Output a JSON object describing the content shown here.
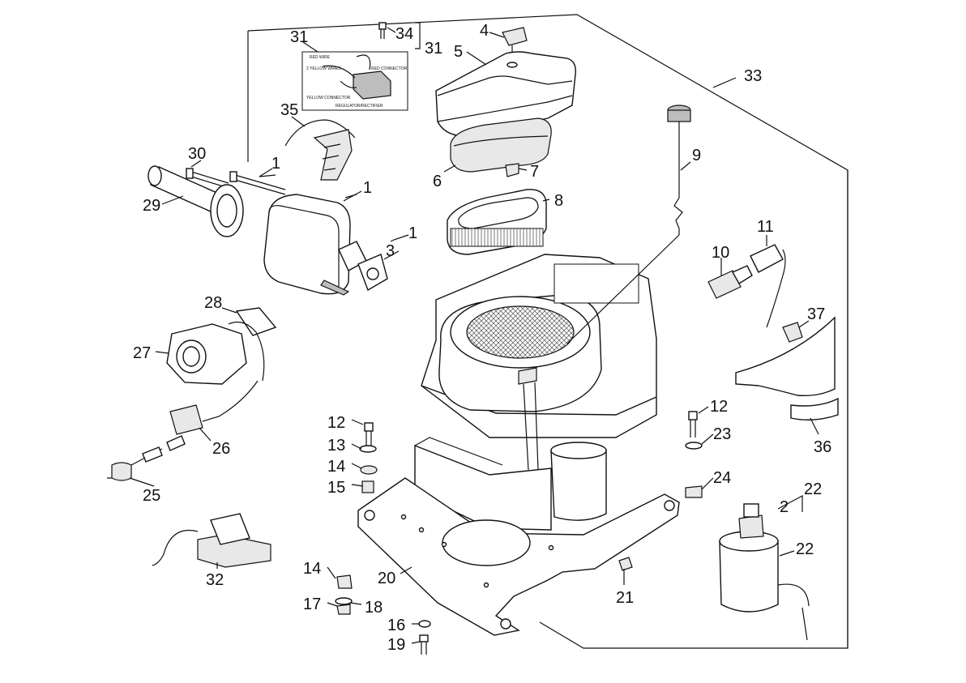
{
  "callouts": [
    "1",
    "1",
    "1",
    "2",
    "3",
    "4",
    "5",
    "6",
    "7",
    "8",
    "9",
    "10",
    "11",
    "12",
    "12",
    "13",
    "14",
    "14",
    "15",
    "16",
    "17",
    "18",
    "19",
    "20",
    "21",
    "22",
    "22",
    "23",
    "24",
    "25",
    "26",
    "27",
    "28",
    "29",
    "30",
    "31",
    "31",
    "32",
    "33",
    "34",
    "35",
    "36",
    "37"
  ],
  "inset": {
    "red_wire": "RED WIRE",
    "red_connector": "RED CONNECTOR",
    "yellow_wires": "2 YELLOW WIRES",
    "yellow_connector": "YELLOW CONNECTOR",
    "caption": "REGULATOR/RECTIFIER"
  }
}
